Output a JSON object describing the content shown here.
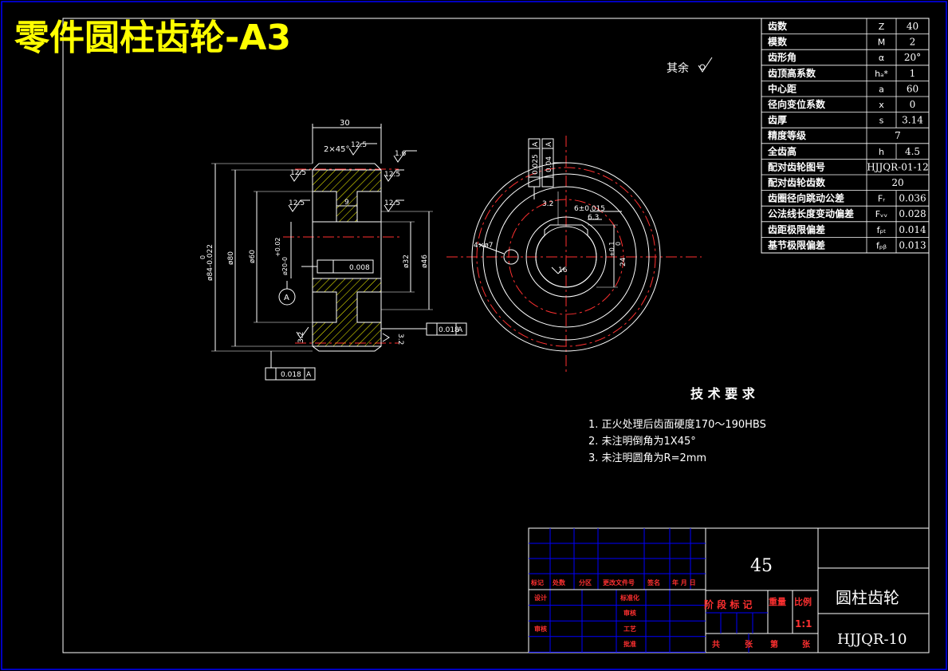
{
  "title": "零件圆柱齿轮-A3",
  "roughness_note": "其余",
  "params": [
    {
      "name": "齿数",
      "sym": "Z",
      "val": "40"
    },
    {
      "name": "模数",
      "sym": "M",
      "val": "2"
    },
    {
      "name": "齿形角",
      "sym": "α",
      "val": "20°"
    },
    {
      "name": "齿顶高系数",
      "sym": "hₐ*",
      "val": "1"
    },
    {
      "name": "中心距",
      "sym": "a",
      "val": "60"
    },
    {
      "name": "径向变位系数",
      "sym": "x",
      "val": "0"
    },
    {
      "name": "齿厚",
      "sym": "s",
      "val": "3.14"
    },
    {
      "name": "精度等级",
      "sym": "",
      "val": "7"
    },
    {
      "name": "全齿高",
      "sym": "h",
      "val": "4.5"
    },
    {
      "name": "配对齿轮图号",
      "sym": "",
      "val": "HJJQR-01-12"
    },
    {
      "name": "配对齿轮齿数",
      "sym": "",
      "val": "20"
    },
    {
      "name": "齿圈径向跳动公差",
      "sym": "Fᵣ",
      "val": "0.036"
    },
    {
      "name": "公法线长度变动偏差",
      "sym": "Fᵥᵥ",
      "val": "0.028"
    },
    {
      "name": "齿距极限偏差",
      "sym": "fₚₜ",
      "val": "0.014"
    },
    {
      "name": "基节极限偏差",
      "sym": "fₚᵦ",
      "val": "0.013"
    }
  ],
  "tech": {
    "heading": "技 术 要 求",
    "items": [
      "1.   正火处理后齿面硬度170～190HBS",
      "2.   未注明倒角为1X45°",
      "3.   未注明圆角为R=2mm"
    ]
  },
  "titleblock": {
    "material": "45",
    "part_name": "圆柱齿轮",
    "drawing_no": "HJJQR-10",
    "scale": "1:1",
    "stage_row": "阶 段 标 记",
    "weight": "重量",
    "ratio": "比例",
    "sheet_row": [
      "共",
      "张",
      "第",
      "张"
    ],
    "rev_headers": [
      "标记",
      "处数",
      "分区",
      "更改文件号",
      "签名",
      "年 月 日"
    ],
    "left_labels": [
      "设计",
      "审核"
    ],
    "mid_labels": [
      "标准化",
      "审核",
      "工艺",
      "批准"
    ]
  },
  "dims": {
    "width": "30",
    "chamfer": "2×45°",
    "od": "ø84-0.022",
    "od_upper": "0",
    "d80": "ø80",
    "d60": "ø60",
    "bore": "ø20-0",
    "bore_upper": "+0.02",
    "d32": "ø32",
    "d46": "ø46",
    "web": "9",
    "r125": "12.5",
    "r16": "1.6",
    "r32": "3.2",
    "runout1": "0.008",
    "runout2": "0.018",
    "runout3": "0.018",
    "datum": "A",
    "holes": "4×ø7",
    "keyway": "6±0.015",
    "key63": "6.3",
    "key32": "3.2",
    "key24": "24",
    "key24_tol": "+0.1",
    "key24_tol2": "0",
    "center16": "16",
    "tol_a": "0.025",
    "tol_b": "0.04"
  },
  "colors": {
    "frame": "#0000ff",
    "title": "#ffff00",
    "line": "#ffffff",
    "center": "#ff3030",
    "table": "#0000ff"
  }
}
